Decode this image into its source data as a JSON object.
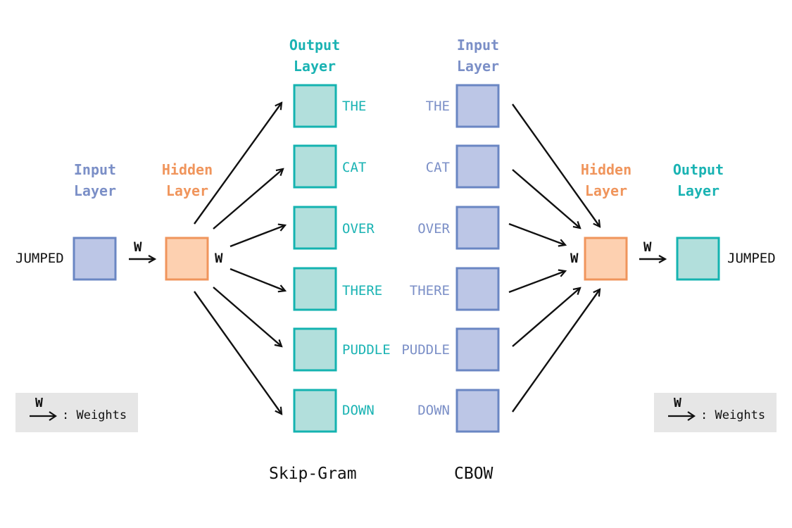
{
  "skipgram": {
    "input_header": "Input\nLayer",
    "hidden_header": "Hidden\nLayer",
    "output_header": "Output\nLayer",
    "input_word": "JUMPED",
    "weight_label_1": "W",
    "weight_label_2": "W",
    "output_words": [
      "THE",
      "CAT",
      "OVER",
      "THERE",
      "PUDDLE",
      "DOWN"
    ],
    "caption": "Skip-Gram"
  },
  "cbow": {
    "input_header": "Input\nLayer",
    "hidden_header": "Hidden\nLayer",
    "output_header": "Output\nLayer",
    "input_words": [
      "THE",
      "CAT",
      "OVER",
      "THERE",
      "PUDDLE",
      "DOWN"
    ],
    "weight_label_1": "W",
    "weight_label_2": "W",
    "output_word": "JUMPED",
    "caption": "CBOW"
  },
  "legend_left": {
    "symbol": "W",
    "text": ": Weights"
  },
  "legend_right": {
    "symbol": "W",
    "text": ": Weights"
  },
  "colors": {
    "input_fill": "#bcc6e6",
    "input_stroke": "#6a86c3",
    "hidden_fill": "#fdd0b0",
    "hidden_stroke": "#f0955c",
    "output_fill": "#b2dfdc",
    "output_stroke": "#14b3b0",
    "arrow": "#111111",
    "legend_bg": "#e6e6e6"
  }
}
